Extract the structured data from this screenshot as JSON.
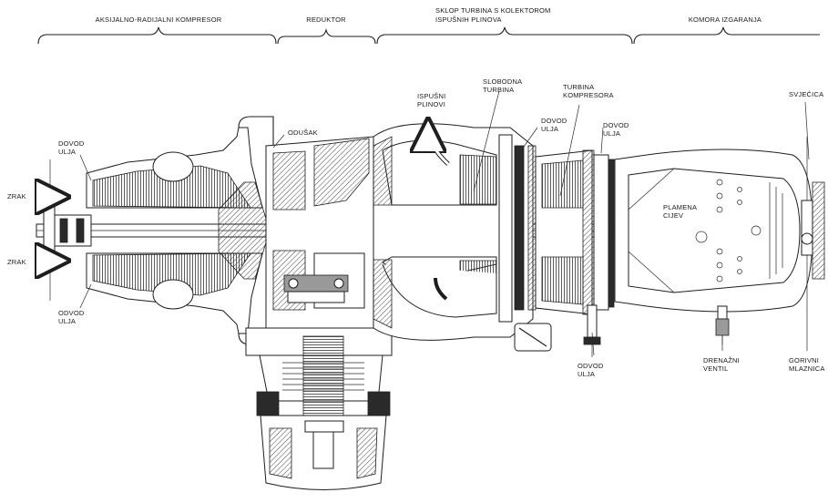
{
  "sections": {
    "compressor": "AKSIJALNO-RADIJALNI KOMPRESOR",
    "reducer": "REDUKTOR",
    "turbine_line1": "SKLOP TURBINA S KOLEKTOROM",
    "turbine_line2": "ISPUŠNIH PLINOVA",
    "combustion": "KOMORA IZGARANJA"
  },
  "labels": {
    "air_top": "ZRAK",
    "air_bottom": "ZRAK",
    "oil_in_left_1": "DOVOD",
    "oil_in_left_2": "ULJA",
    "oil_out_left_1": "ODVOD",
    "oil_out_left_2": "ULJA",
    "vent": "ODUŠAK",
    "exhaust_1": "ISPUŠNI",
    "exhaust_2": "PLINOVI",
    "free_turbine_1": "SLOBODNA",
    "free_turbine_2": "TURBINA",
    "comp_turbine_1": "TURBINA",
    "comp_turbine_2": "KOMPRESORA",
    "oil_in_mid_1": "DOVOD",
    "oil_in_mid_2": "ULJA",
    "oil_in_right_1": "DOVOD",
    "oil_in_right_2": "ULJA",
    "flame_tube_1": "PLAMENA",
    "flame_tube_2": "CIJEV",
    "igniter": "SVJEĆICA",
    "oil_out_bottom_1": "ODVOD",
    "oil_out_bottom_2": "ULJA",
    "drain_1": "DRENAŽNI",
    "drain_2": "VENTIL",
    "fuel_1": "GORIVNI",
    "fuel_2": "MLAZNICA"
  }
}
